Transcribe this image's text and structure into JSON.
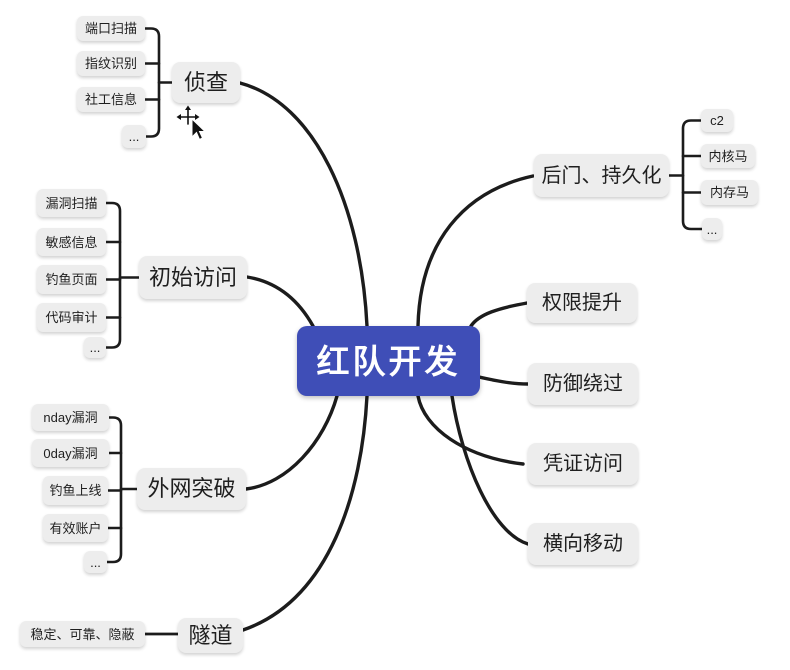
{
  "colors": {
    "background": "#ffffff",
    "node_background": "#ededed",
    "node_text": "#1f1f1f",
    "root_background": "#3f4eb7",
    "root_text": "#ffffff",
    "line": "#1c1c1c"
  },
  "root": {
    "label": "红队开发"
  },
  "branches_left": [
    {
      "label": "侦查",
      "children": [
        "端口扫描",
        "指纹识别",
        "社工信息",
        "..."
      ]
    },
    {
      "label": "初始访问",
      "children": [
        "漏洞扫描",
        "敏感信息",
        "钓鱼页面",
        "代码审计",
        "..."
      ]
    },
    {
      "label": "外网突破",
      "children": [
        "nday漏洞",
        "0day漏洞",
        "钓鱼上线",
        "有效账户",
        "..."
      ]
    },
    {
      "label": "隧道",
      "children": [
        "稳定、可靠、隐蔽"
      ]
    }
  ],
  "branches_right": [
    {
      "label": "后门、持久化",
      "children": [
        "c2",
        "内核马",
        "内存马",
        "..."
      ]
    },
    {
      "label": "权限提升",
      "children": []
    },
    {
      "label": "防御绕过",
      "children": []
    },
    {
      "label": "凭证访问",
      "children": []
    },
    {
      "label": "横向移动",
      "children": []
    }
  ],
  "cursor": {
    "name": "move-pointer-cursor"
  }
}
